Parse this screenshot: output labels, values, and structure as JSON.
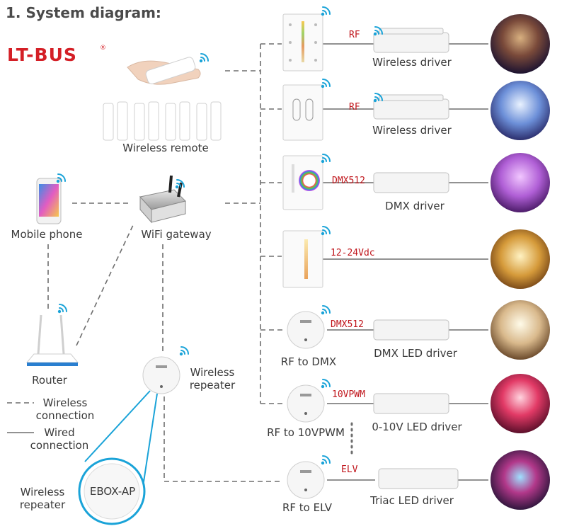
{
  "title": "1. System diagram:",
  "brand": "LT-BUS",
  "brand_mark": "®",
  "colors": {
    "accent": "#c0161c",
    "wifi": "#1aa3d8",
    "line": "#6e6e6e"
  },
  "icon_names": [
    "wifi-icon",
    "hand-remote-icon",
    "wall-panel-icon",
    "led-driver-icon",
    "receiver-icon",
    "router-icon",
    "gateway-icon",
    "phone-icon",
    "room-photo-icon"
  ],
  "left": {
    "wireless_remote": "Wireless remote",
    "mobile_phone": "Mobile phone",
    "wifi_gateway": "WiFi gateway",
    "router": "Router",
    "wireless_repeater": [
      "Wireless",
      "repeater"
    ],
    "ebox_label": "EBOX-AP",
    "ebox_caption": [
      "Wireless",
      "repeater"
    ]
  },
  "legend": {
    "wireless": [
      "Wireless",
      "connection"
    ],
    "wired": [
      "Wired",
      "connection"
    ]
  },
  "rows": [
    {
      "signal": "RF",
      "driver": "Wireless driver",
      "device": ""
    },
    {
      "signal": "RF",
      "driver": "Wireless driver",
      "device": ""
    },
    {
      "signal": "DMX512",
      "driver": "DMX driver",
      "device": ""
    },
    {
      "signal": "12-24Vdc",
      "driver": "",
      "device": ""
    },
    {
      "signal": "DMX512",
      "driver": "DMX LED driver",
      "device": "RF to DMX"
    },
    {
      "signal": "10VPWM",
      "driver": "0-10V LED driver",
      "device": "RF to 10VPWM"
    },
    {
      "signal": "ELV",
      "driver": "Triac LED driver",
      "device": "RF to ELV"
    }
  ]
}
